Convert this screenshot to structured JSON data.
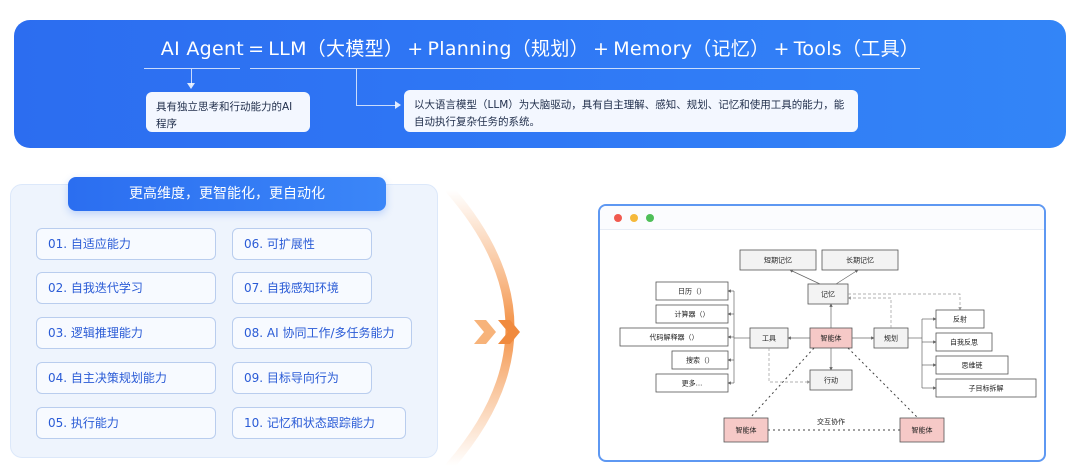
{
  "banner": {
    "term": "AI Agent",
    "equals": "=",
    "plus": "+",
    "llm": "LLM（大模型）",
    "planning": "Planning（规划）",
    "memory": "Memory（记忆）",
    "tools": "Tools（工具）",
    "definition_left": "具有独立思考和行动能力的AI 程序",
    "definition_right": "以大语言模型（LLM）为大脑驱动，具有自主理解、感知、规划、记忆和使用工具的能力，能自动执行复杂任务的系统。"
  },
  "capabilities": {
    "header": "更高维度，更智能化，更自动化",
    "items": [
      "01. 自适应能力",
      "02. 自我迭代学习",
      "03. 逻辑推理能力",
      "04. 自主决策规划能力",
      "05. 执行能力",
      "06. 可扩展性",
      "07. 自我感知环境",
      "08. AI 协同工作/多任务能力",
      "09. 目标导向行为",
      "10. 记忆和状态跟踪能力"
    ]
  },
  "diagram": {
    "window_dots": [
      "#f05a4f",
      "#f5b93b",
      "#4fbf58"
    ],
    "short_memory": "短期记忆",
    "long_memory": "长期记忆",
    "memory": "记忆",
    "tools": "工具",
    "agent": "智能体",
    "planning": "规划",
    "action": "行动",
    "tool_items": [
      "日历（）",
      "计算器（）",
      "代码解释器（）",
      "搜索（）",
      "更多..."
    ],
    "plan_items": [
      "反射",
      "自我反思",
      "思维链",
      "子目标拆解"
    ],
    "agent_left": "智能体",
    "agent_right": "智能体",
    "collab": "交互协作"
  }
}
